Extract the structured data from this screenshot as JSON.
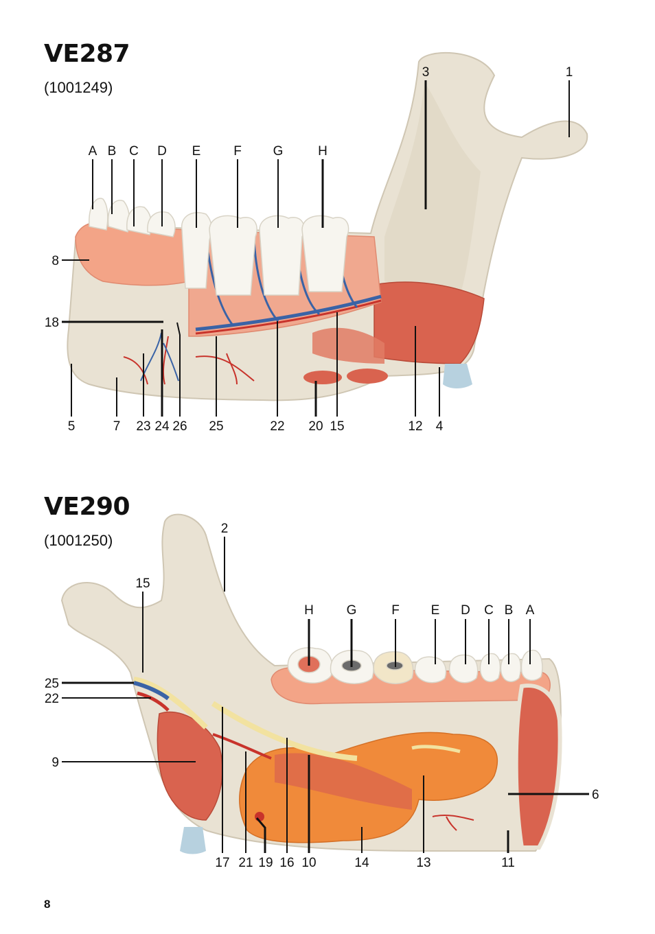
{
  "page_number": "8",
  "sections": [
    {
      "title": "VE287",
      "code": "(1001249)",
      "labels": [
        "A",
        "B",
        "C",
        "D",
        "E",
        "F",
        "G",
        "H",
        "3",
        "1",
        "8",
        "18",
        "5",
        "7",
        "23",
        "24",
        "26",
        "25",
        "22",
        "20",
        "15",
        "12",
        "4"
      ]
    },
    {
      "title": "VE290",
      "code": "(1001250)",
      "labels": [
        "2",
        "15",
        "H",
        "G",
        "F",
        "E",
        "D",
        "C",
        "B",
        "A",
        "25",
        "22",
        "9",
        "6",
        "17",
        "21",
        "19",
        "16",
        "10",
        "14",
        "13",
        "11"
      ]
    }
  ],
  "colors": {
    "bone": "#e9e2d3",
    "bone_shadow": "#cfc6b3",
    "gum": "#f3a487",
    "muscle": "#d9634f",
    "gland": "#f08a3a",
    "tooth": "#f7f5ef",
    "vein": "#3a63a6",
    "artery": "#c8332b",
    "nerve": "#f2e2a0",
    "line": "#111111"
  }
}
